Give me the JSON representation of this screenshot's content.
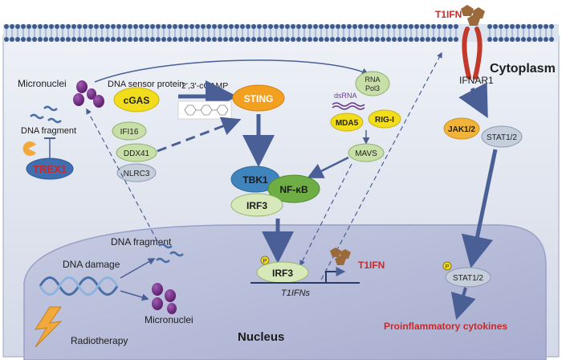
{
  "labels": {
    "t1ifn_top": "T1IFN",
    "cytoplasm": "Cytoplasm",
    "ifnar1": "IFNAR1",
    "micronuclei_top": "Micronuclei",
    "dna_sensor": "DNA sensor protein",
    "cgamp": "2',3'-cGAMP",
    "dna_fragment_left": "DNA fragment",
    "dsrna": "dsRNA",
    "dna_fragment_mid": "DNA fragment",
    "dna_damage": "DNA damage",
    "micronuclei_bottom": "Micronuclei",
    "radiotherapy": "Radiotherapy",
    "nucleus": "Nucleus",
    "t1ifns": "T1IFNs",
    "t1ifn_nucleus": "T1IFN",
    "proinflammatory": "Proinflammatory cytokines",
    "p1": "P",
    "p2": "P"
  },
  "proteins": {
    "cgas": "cGAS",
    "sting": "STING",
    "ifi16": "IFI16",
    "ddx41": "DDX41",
    "nlrc3": "NLRC3",
    "trex1": "TREX1",
    "rna_pol3_a": "RNA",
    "rna_pol3_b": "Pol3",
    "mda5": "MDA5",
    "rigi": "RIG-I",
    "mavs": "MAVS",
    "tbk1": "TBK1",
    "nfkb": "NF-κB",
    "irf3_cyto": "IRF3",
    "irf3_nuc": "IRF3",
    "jak12": "JAK1/2",
    "stat12_cyto": "STAT1/2",
    "stat12_nuc": "STAT1/2"
  },
  "colors": {
    "cytoplasm_bg": "#dde3ee",
    "nucleus_bg": "#b9bfdb",
    "membrane": "#3d5a8c",
    "arrow": "#4a5f95",
    "cgas": "#f1dd1c",
    "sting": "#f3a021",
    "green_oval": "#c9dfa9",
    "grey_oval": "#c5cfdc",
    "trex1": "#3f6fb0",
    "tbk1": "#3f84bd",
    "nfkb": "#6eae44",
    "irf3": "#d7e8bb",
    "jak": "#f1b339",
    "micronuclei": "#6d2c7f",
    "red_text": "#c8292a",
    "ifn_brown": "#9a6a3a"
  }
}
